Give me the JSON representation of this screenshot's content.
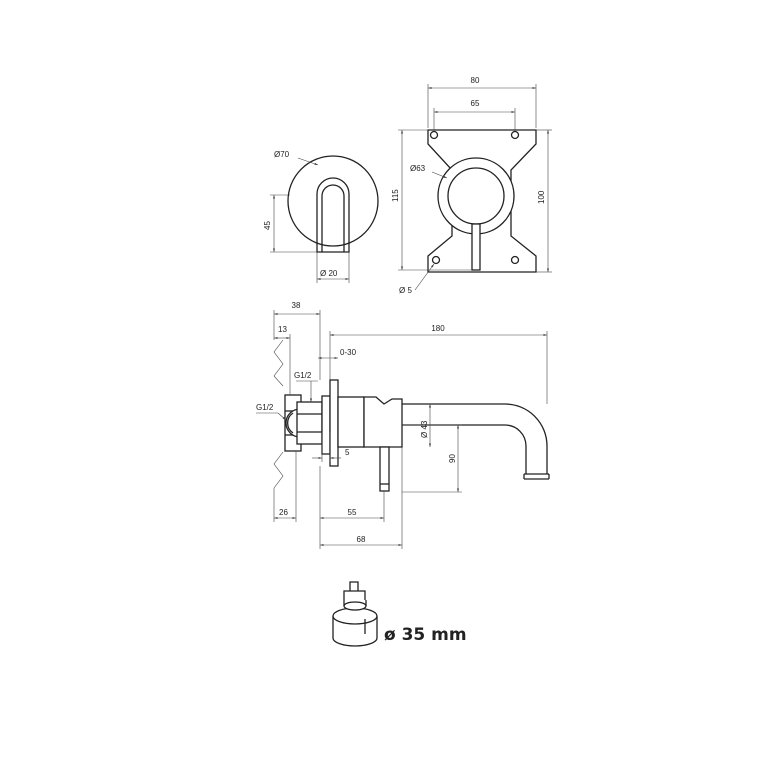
{
  "labels": {
    "top_w80": "80",
    "top_w65": "65",
    "top_h115": "115",
    "top_h100": "100",
    "dia63": "Ø63",
    "dia5": "Ø 5",
    "dia70": "Ø70",
    "h45": "45",
    "dia20": "Ø 20",
    "side_38": "38",
    "side_13": "13",
    "side_180": "180",
    "side_0_30": "0-30",
    "g12_top": "G1/2",
    "g12_left": "G1/2",
    "side_5": "5",
    "dia43": "Ø 43",
    "side_90": "90",
    "side_26": "26",
    "side_55": "55",
    "side_68": "68"
  },
  "cartridge": {
    "label": "ø 35 mm"
  }
}
